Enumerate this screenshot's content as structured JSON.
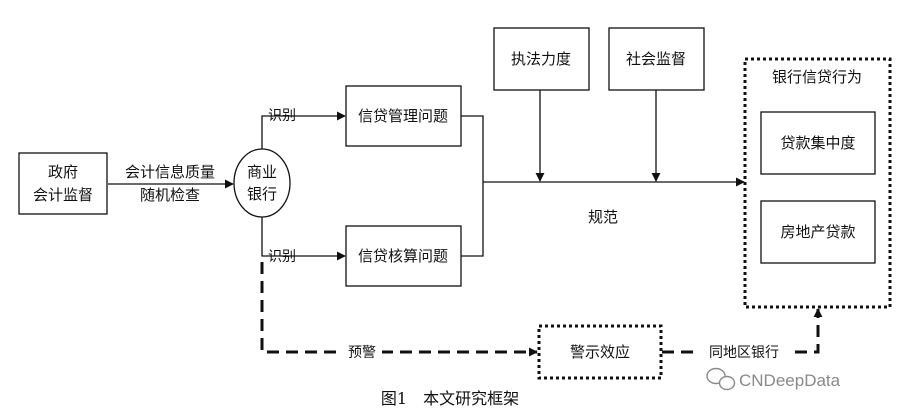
{
  "diagram": {
    "nodes": {
      "gov": [
        "政府",
        "会计监督"
      ],
      "check": [
        "会计信息质量",
        "随机检查"
      ],
      "bank": [
        "商业",
        "银行"
      ],
      "mgmt": "信贷管理问题",
      "calc": "信贷核算问题",
      "law": "执法力度",
      "social": "社会监督",
      "behavior_title": "银行信贷行为",
      "conc": "贷款集中度",
      "estate": "房地产贷款",
      "warn": "警示效应"
    },
    "edge_labels": {
      "identify_top": "识别",
      "identify_bottom": "识别",
      "regulate": "规范",
      "alert": "预警",
      "same_region": "同地区银行"
    },
    "caption": "图1　本文研究框架",
    "watermark": "CNDeepData",
    "colors": {
      "line": "#111111",
      "text": "#111111",
      "watermark": "#8a8a8a"
    }
  }
}
